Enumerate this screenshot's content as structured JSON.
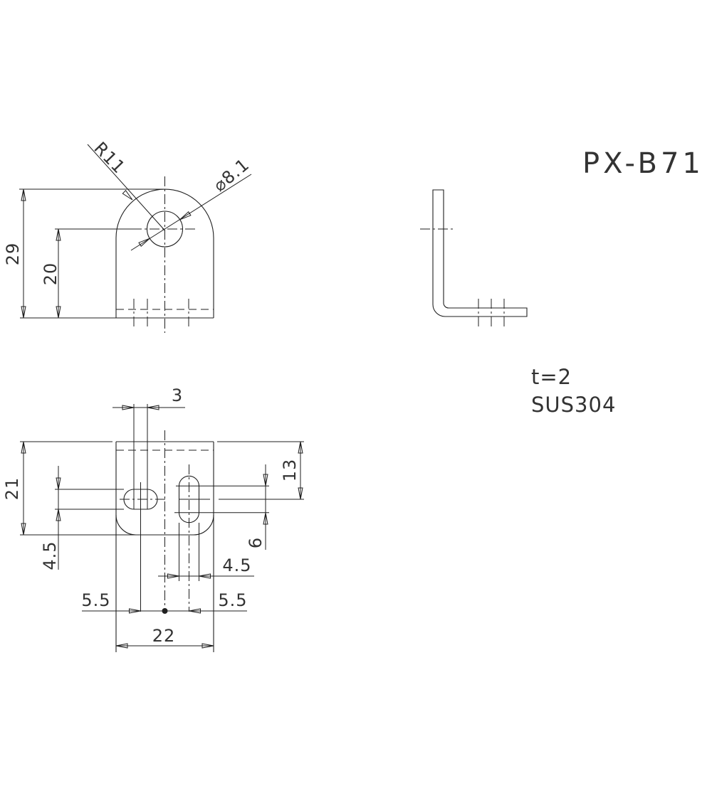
{
  "title": "PX-B71",
  "notes": {
    "thickness": "t=2",
    "material": "SUS304"
  },
  "front_view": {
    "overall_height": "29",
    "hole_center_height": "20",
    "top_radius": "R11",
    "hole_diameter": "⌀8.1"
  },
  "bottom_view": {
    "left_slot_pitch": "3",
    "flange_depth": "21",
    "left_slot_width": "4.5",
    "slot_center_offset": "13",
    "right_slot_pitch": "6",
    "right_slot_width": "4.5",
    "left_slot_center_offset": "5.5",
    "right_slot_center_offset": "5.5",
    "overall_width": "22"
  },
  "colors": {
    "line": "#1f1f1f",
    "text": "#333333",
    "background": "#ffffff"
  }
}
